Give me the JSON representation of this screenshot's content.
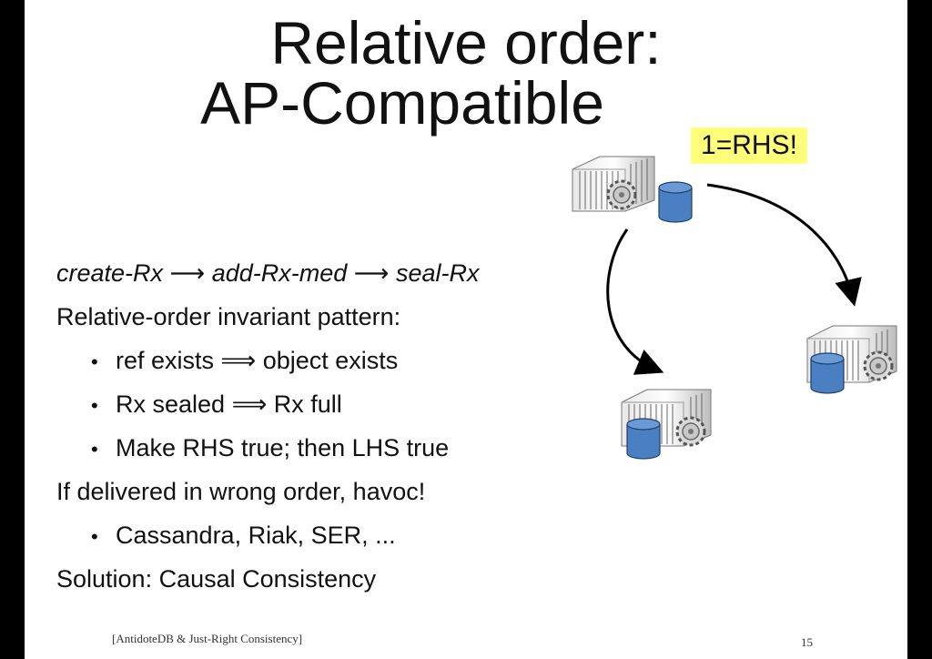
{
  "slide": {
    "title_line1": "Relative order:",
    "title_line2": "AP-Compatible",
    "highlight": "1=RHS!",
    "lines": [
      {
        "text": "create-Rx ⟶ add-Rx-med ⟶ seal-Rx",
        "style": "italic"
      },
      {
        "text": "Relative-order invariant pattern:",
        "style": "plain"
      },
      {
        "text": "ref exists ⟹ object exists",
        "style": "bullet"
      },
      {
        "text": "Rx sealed ⟹ Rx full",
        "style": "bullet"
      },
      {
        "text": "Make RHS true; then LHS true",
        "style": "bullet"
      },
      {
        "text": "If delivered in wrong order, havoc!",
        "style": "plain"
      },
      {
        "text": "Cassandra, Riak, SER, ...",
        "style": "bullet"
      },
      {
        "text": "Solution: Causal Consistency",
        "style": "plain"
      }
    ],
    "bullet_glyph": "•",
    "footer_citation": "[AntidoteDB & Just-Right Consistency]",
    "page_number": "15"
  },
  "diagram": {
    "icons": [
      "server-rack-icon",
      "gear-icon",
      "database-icon",
      "arrow-icon"
    ],
    "colors": {
      "database_fill": "#4a7fc1",
      "database_stroke": "#1f3f6b",
      "highlight": "#ffff7a",
      "arrow": "#000000"
    }
  }
}
